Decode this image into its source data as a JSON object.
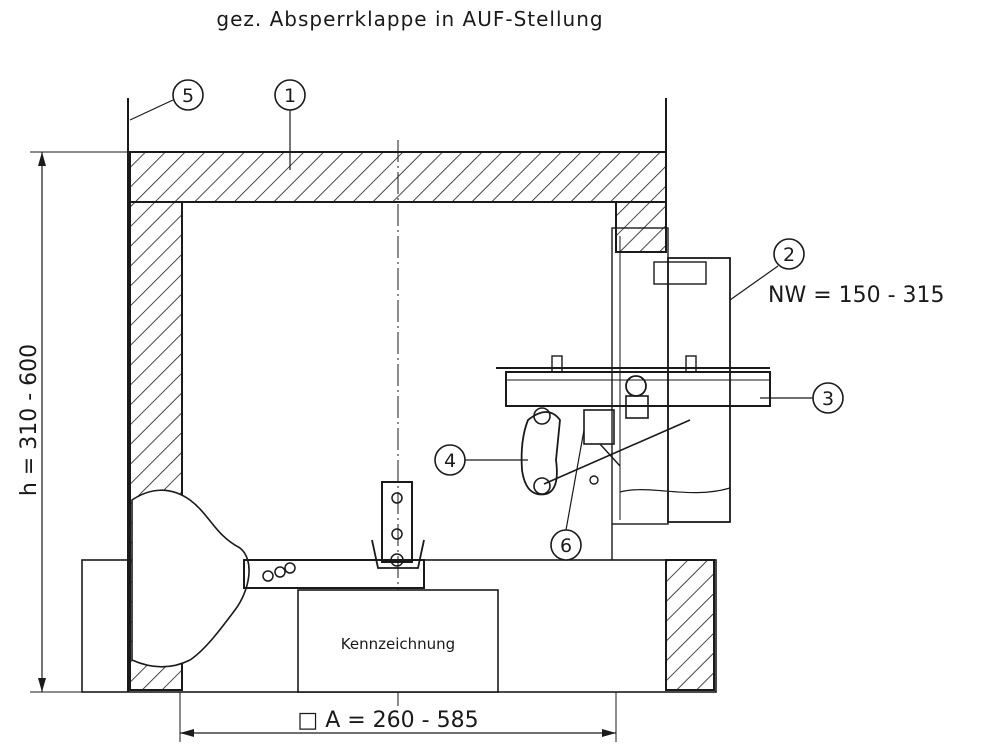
{
  "title": "gez. Absperrklappe in AUF-Stellung",
  "callouts": [
    "5",
    "1",
    "2",
    "3",
    "4",
    "6"
  ],
  "nominal_width": "NW = 150 - 315",
  "height_dimension": "h = 310 - 600",
  "width_dimension": "□ A = 260 - 585",
  "marking_label": "Kennzeichnung"
}
